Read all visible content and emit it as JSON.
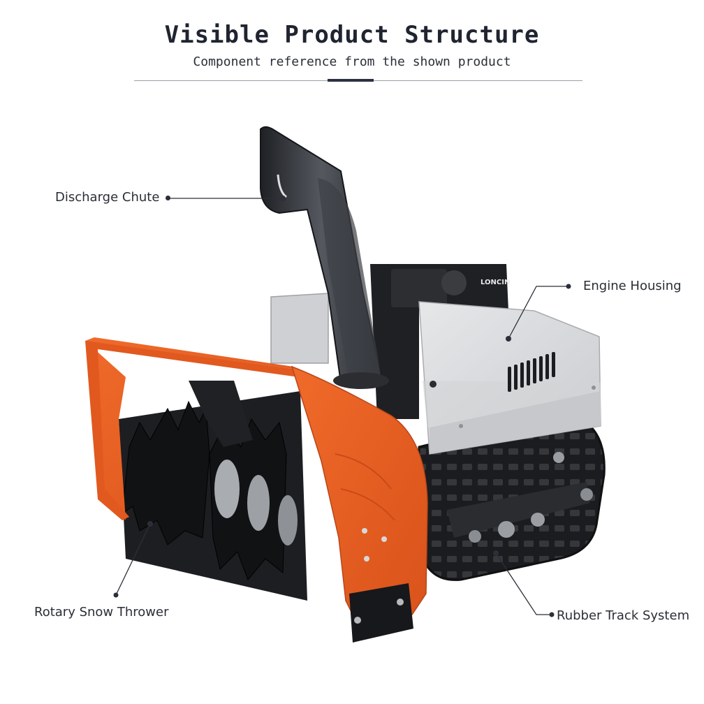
{
  "header": {
    "title": "Visible Product Structure",
    "subtitle": "Component reference from the shown product"
  },
  "product": {
    "brand_text": "LONCIN",
    "colors": {
      "auger_housing": "#e5581c",
      "body_panel": "#d7d8da",
      "track": "#1b1c1f",
      "chute": "#2e3136"
    }
  },
  "callouts": [
    {
      "id": "discharge-chute",
      "label": "Discharge Chute"
    },
    {
      "id": "engine-housing",
      "label": "Engine Housing"
    },
    {
      "id": "rotary-snow-thrower",
      "label": "Rotary Snow Thrower"
    },
    {
      "id": "rubber-track-system",
      "label": "Rubber Track System"
    }
  ]
}
